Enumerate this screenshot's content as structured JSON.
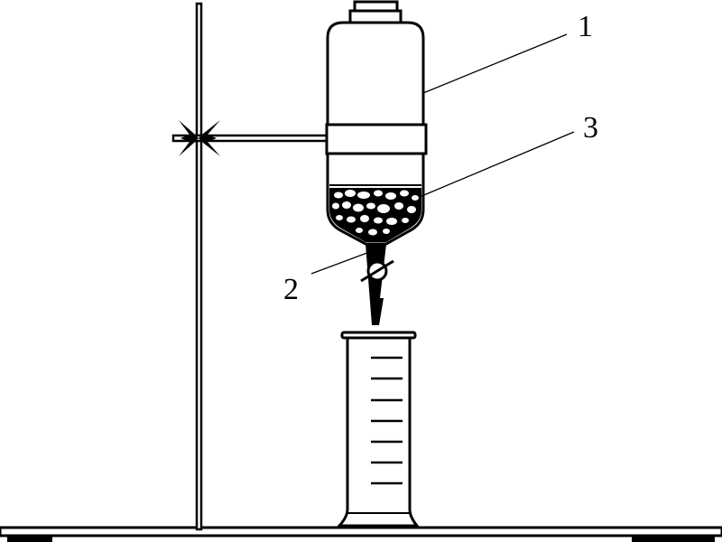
{
  "labels": {
    "label_1": "1",
    "label_2": "2",
    "label_3": "3"
  },
  "colors": {
    "ink": "#000000",
    "paper": "#ffffff"
  }
}
